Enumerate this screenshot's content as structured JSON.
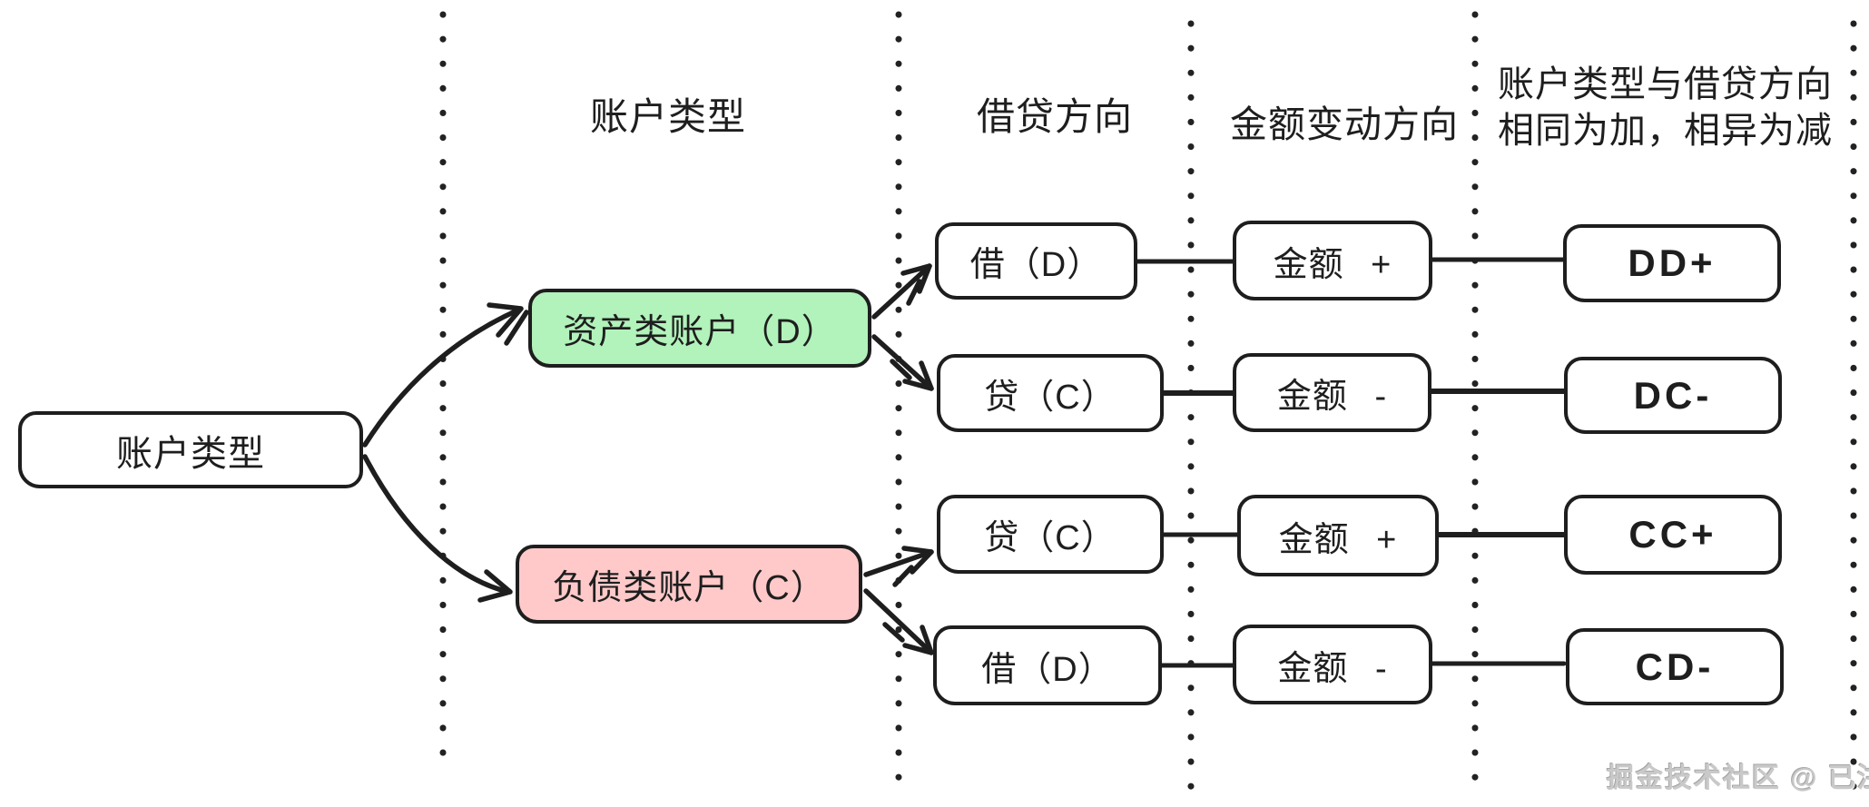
{
  "headers": [
    {
      "text": "账户类型"
    },
    {
      "text": "借贷方向"
    },
    {
      "text": "金额变动方向"
    },
    {
      "line1": "账户类型与借贷方向",
      "line2": "相同为加，相异为减"
    }
  ],
  "root": {
    "label": "账户类型"
  },
  "branches": [
    {
      "label": "资产类账户（D）",
      "color": "#b2f2bb"
    },
    {
      "label": "负债类账户（C）",
      "color": "#ffc9c9"
    }
  ],
  "rows": [
    {
      "direction": "借（D）",
      "amount": "金额 +",
      "result": "DD+"
    },
    {
      "direction": "贷（C）",
      "amount": "金额 -",
      "result": "DC-"
    },
    {
      "direction": "贷（C）",
      "amount": "金额 +",
      "result": "CC+"
    },
    {
      "direction": "借（D）",
      "amount": "金额 -",
      "result": "CD-"
    }
  ],
  "watermark": {
    "text": "掘金技术社区 @ 已注销"
  },
  "colors": {
    "stroke": "#1e1e1e",
    "asset_green": "#b2f2bb",
    "liability_pink": "#ffc9c9",
    "watermark_gray": "#c9c9c9",
    "background": "#ffffff"
  }
}
